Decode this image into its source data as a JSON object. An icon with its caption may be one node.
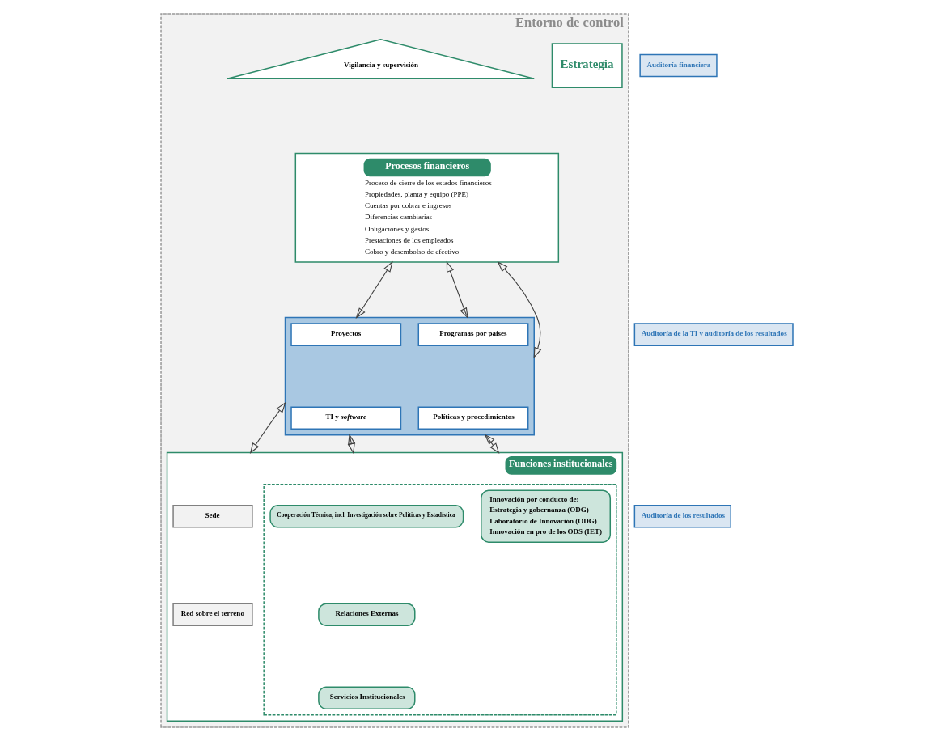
{
  "diagram": {
    "nodes": [
      {
        "text": [
          "Entorno de control"
        ]
      },
      {
        "text": [
          "Estrategia"
        ],
        "in": 0
      },
      {
        "text": [
          "Vigilancia y supervisión"
        ],
        "in": 0
      },
      {
        "text": [
          "Procesos financieros",
          "Proceso de cierre de los estados financieros",
          "Propiedades, planta y equipo (PPE)",
          "Cuentas por cobrar e ingresos",
          "Diferencias cambiarias",
          "Obligaciones y gastos",
          "Prestaciones de los empleados",
          "Cobro y desembolso de efectivo"
        ],
        "in": 0
      },
      {
        "text": [],
        "shape": "box",
        "in": 0
      },
      {
        "text": [
          "Programas por países"
        ],
        "in": 4
      },
      {
        "text": [
          "Proyectos"
        ],
        "in": 4
      },
      {
        "text": [
          "Políticas y procedimientos"
        ],
        "in": 4
      },
      {
        "text": [
          "TI y *software*"
        ],
        "in": 4
      },
      {
        "text": [
          "Funciones institucionales"
        ],
        "in": 0
      },
      {
        "text": [],
        "shape": "box",
        "in": 9
      },
      {
        "text": [
          "Innovación por conducto de:",
          "Estrategia y gobernanza (ODG)",
          "Laboratorio de Innovación (ODG)",
          "Innovación en pro de los ODS (IET)"
        ],
        "in": 10
      },
      {
        "text": [
          "Cooperación Técnica, incl. Investigación sobre Políticas y Estadística"
        ],
        "in": 10
      },
      {
        "text": [
          "Relaciones Externas"
        ],
        "in": 10
      },
      {
        "text": [
          "Servicios Institucionales"
        ],
        "in": 10
      },
      {
        "text": [
          "Sede"
        ],
        "in": 9
      },
      {
        "text": [
          "Red sobre el terreno"
        ],
        "in": 9
      },
      {
        "text": [
          "Auditoría financiera"
        ]
      },
      {
        "text": [
          "Auditoría de la TI y auditoría de los resultados"
        ]
      },
      {
        "text": [
          "Auditoría de los resultados"
        ]
      }
    ],
    "edges": [
      {
        "from": 3,
        "to": 4,
        "arrow": "both"
      },
      {
        "from": 3,
        "to": 4,
        "arrow": "both"
      },
      {
        "from": 3,
        "to": 4,
        "arrow": "both"
      },
      {
        "from": 4,
        "to": 9,
        "arrow": "both"
      },
      {
        "from": 4,
        "to": 9,
        "arrow": "both"
      },
      {
        "from": 4,
        "to": 9,
        "arrow": "both"
      }
    ]
  }
}
